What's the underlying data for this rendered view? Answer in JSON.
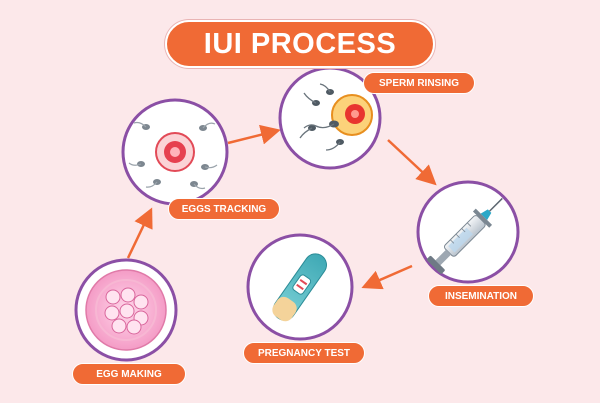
{
  "title": "IUI PROCESS",
  "colors": {
    "background": "#fce8ea",
    "accent": "#f06a35",
    "circle_stroke": "#8b4fa5",
    "arrow": "#f06a35"
  },
  "steps": [
    {
      "key": "egg_making",
      "label": "EGG MAKING",
      "icon": "egg-cell-icon"
    },
    {
      "key": "eggs_tracking",
      "label": "EGGS TRACKING",
      "icon": "egg-and-sperm-icon"
    },
    {
      "key": "sperm_rinsing",
      "label": "SPERM RINSING",
      "icon": "sperm-fertilizing-icon"
    },
    {
      "key": "insemination",
      "label": "INSEMINATION",
      "icon": "syringe-icon"
    },
    {
      "key": "pregnancy_test",
      "label": "PREGNANCY TEST",
      "icon": "pregnancy-test-icon"
    }
  ]
}
